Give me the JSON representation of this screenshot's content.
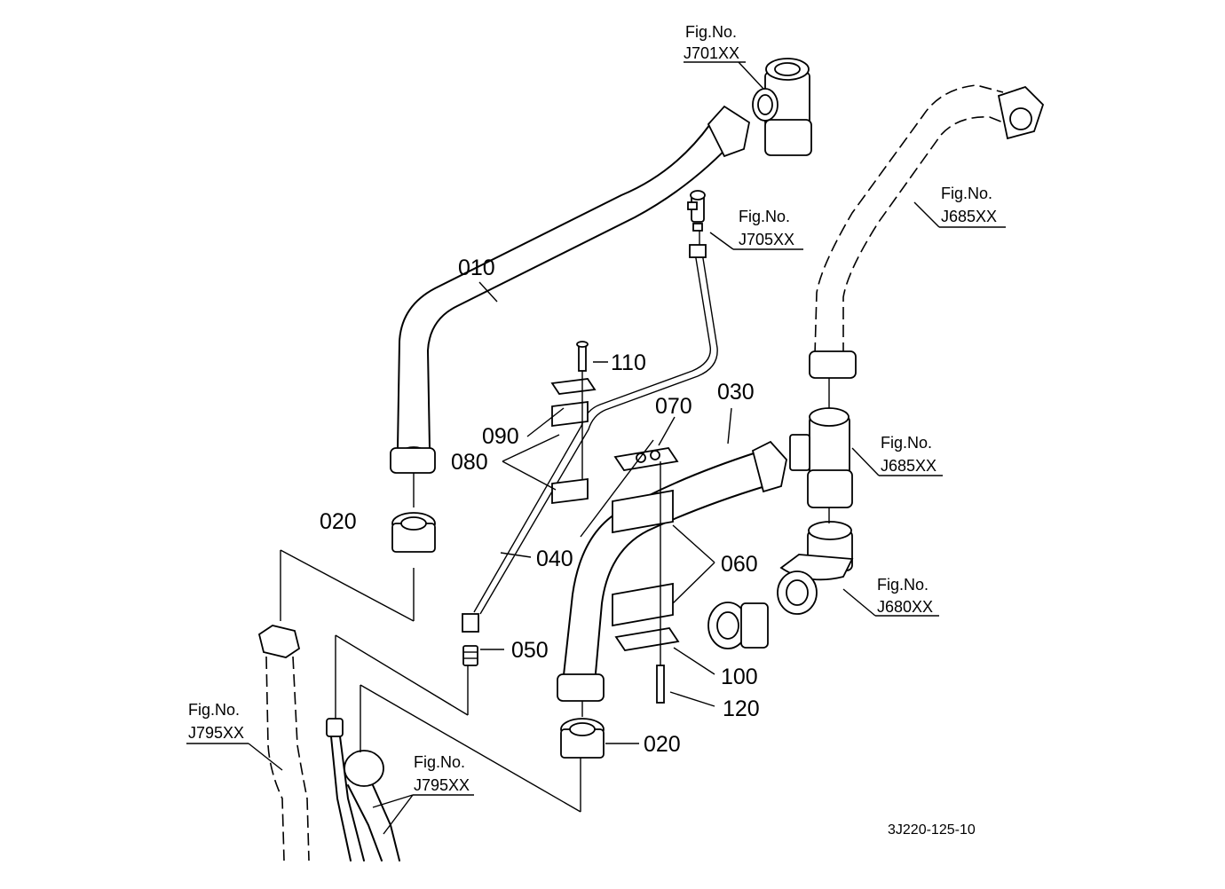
{
  "parts": {
    "p010": "010",
    "p020a": "020",
    "p020b": "020",
    "p030": "030",
    "p040": "040",
    "p050": "050",
    "p060": "060",
    "p070": "070",
    "p080": "080",
    "p090": "090",
    "p100": "100",
    "p110": "110",
    "p120": "120"
  },
  "figure_refs": {
    "fig_label": "Fig.No.",
    "j701": "J701XX",
    "j705": "J705XX",
    "j685_top": "J685XX",
    "j685_mid": "J685XX",
    "j680": "J680XX",
    "j795_left": "J795XX",
    "j795_right": "J795XX"
  },
  "drawing_code": "3J220-125-10"
}
